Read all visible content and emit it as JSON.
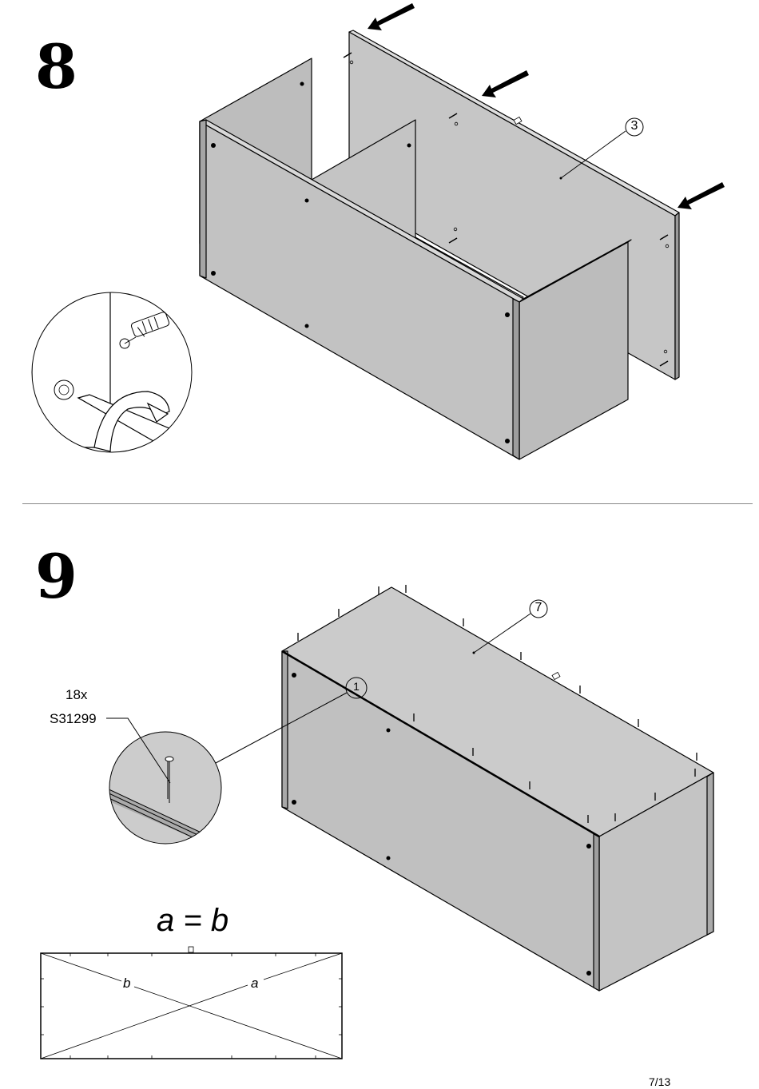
{
  "steps": [
    {
      "number": "8"
    },
    {
      "number": "9"
    }
  ],
  "step8": {
    "callout_part": "3"
  },
  "step9": {
    "callout_part": "7",
    "detail_callout": "1",
    "quantity": "18x",
    "part_code": "S31299",
    "formula": "a = b",
    "diagonal_b": "b",
    "diagonal_a": "a"
  },
  "page_number": "7/13",
  "colors": {
    "panel_fill": "#c2c2c2",
    "panel_light": "#cdcdcd",
    "edge": "#8a8a8a",
    "line": "#000000"
  },
  "icons": [
    "arrow-icon",
    "screwdriver-icon",
    "nail-icon",
    "dowel-icon"
  ]
}
